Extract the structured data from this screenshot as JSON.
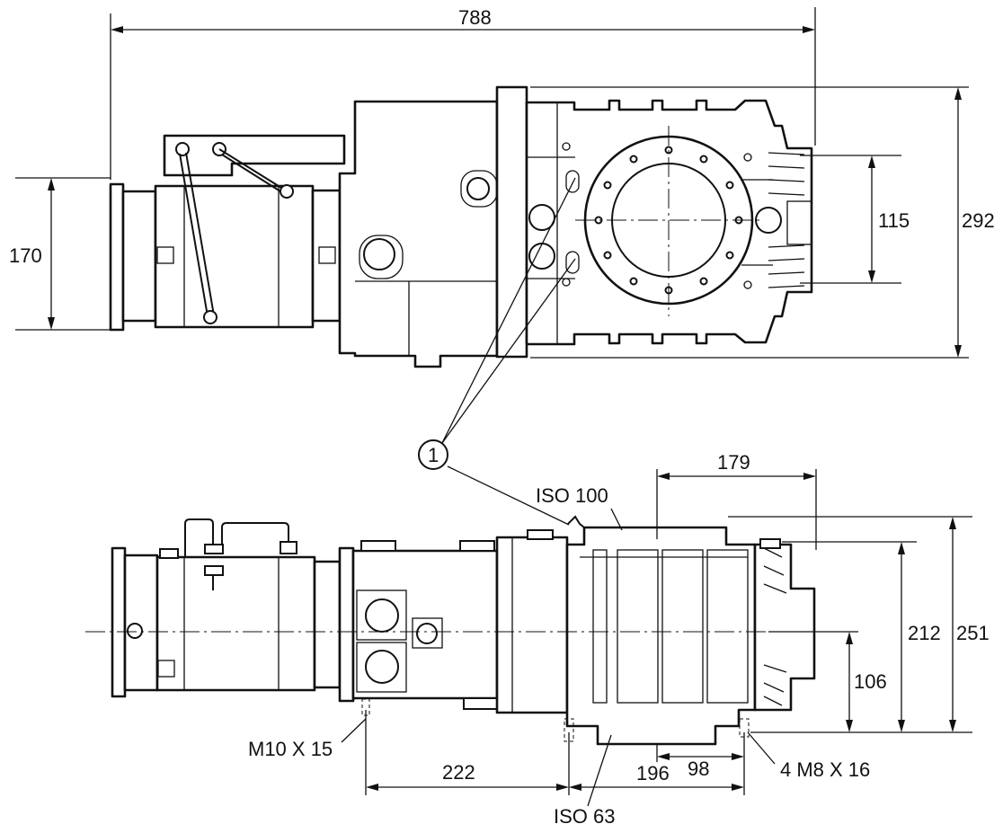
{
  "dimensions": {
    "overall_length": "788",
    "top_height": "292",
    "top_port": "115",
    "inlet_flange": "170",
    "side_height_total": "251",
    "side_height_flange": "212",
    "side_axis_height": "106",
    "top_flange_width": "179",
    "foot_spacing_a": "222",
    "foot_spacing_b": "196",
    "foot_spacing_c": "98"
  },
  "labels": {
    "item_number": "1",
    "iso_top": "ISO 100",
    "iso_bottom": "ISO 63",
    "thread_left": "M10 X 15",
    "thread_right": "4 M8 X 16"
  },
  "colors": {
    "ink": "#111111",
    "paper": "#ffffff"
  }
}
